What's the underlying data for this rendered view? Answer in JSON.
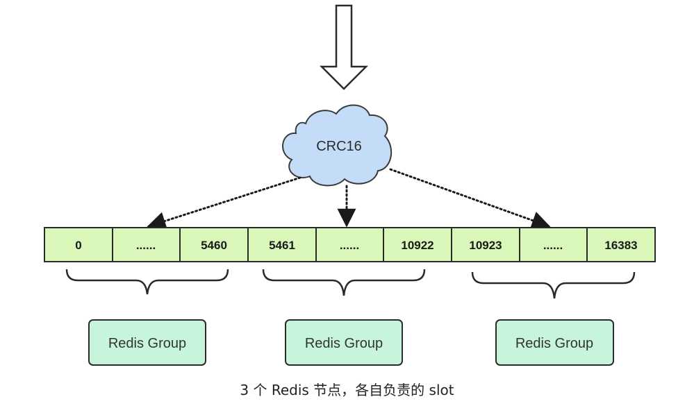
{
  "hash": {
    "label": "CRC16",
    "fill": "#c5dcf9",
    "stroke": "#3a3a3a"
  },
  "slots": {
    "fill": "#d9f7b8",
    "stroke": "#2a2a2a",
    "cells": [
      "0",
      "......",
      "5460",
      "5461",
      "......",
      "10922",
      "10923",
      "......",
      "16383"
    ]
  },
  "groups": {
    "fill": "#c7f5dc",
    "stroke": "#2a2a2a",
    "labels": [
      "Redis Group",
      "Redis Group",
      "Redis Group"
    ]
  },
  "caption": "3 个 Redis 节点，各自负责的 slot"
}
